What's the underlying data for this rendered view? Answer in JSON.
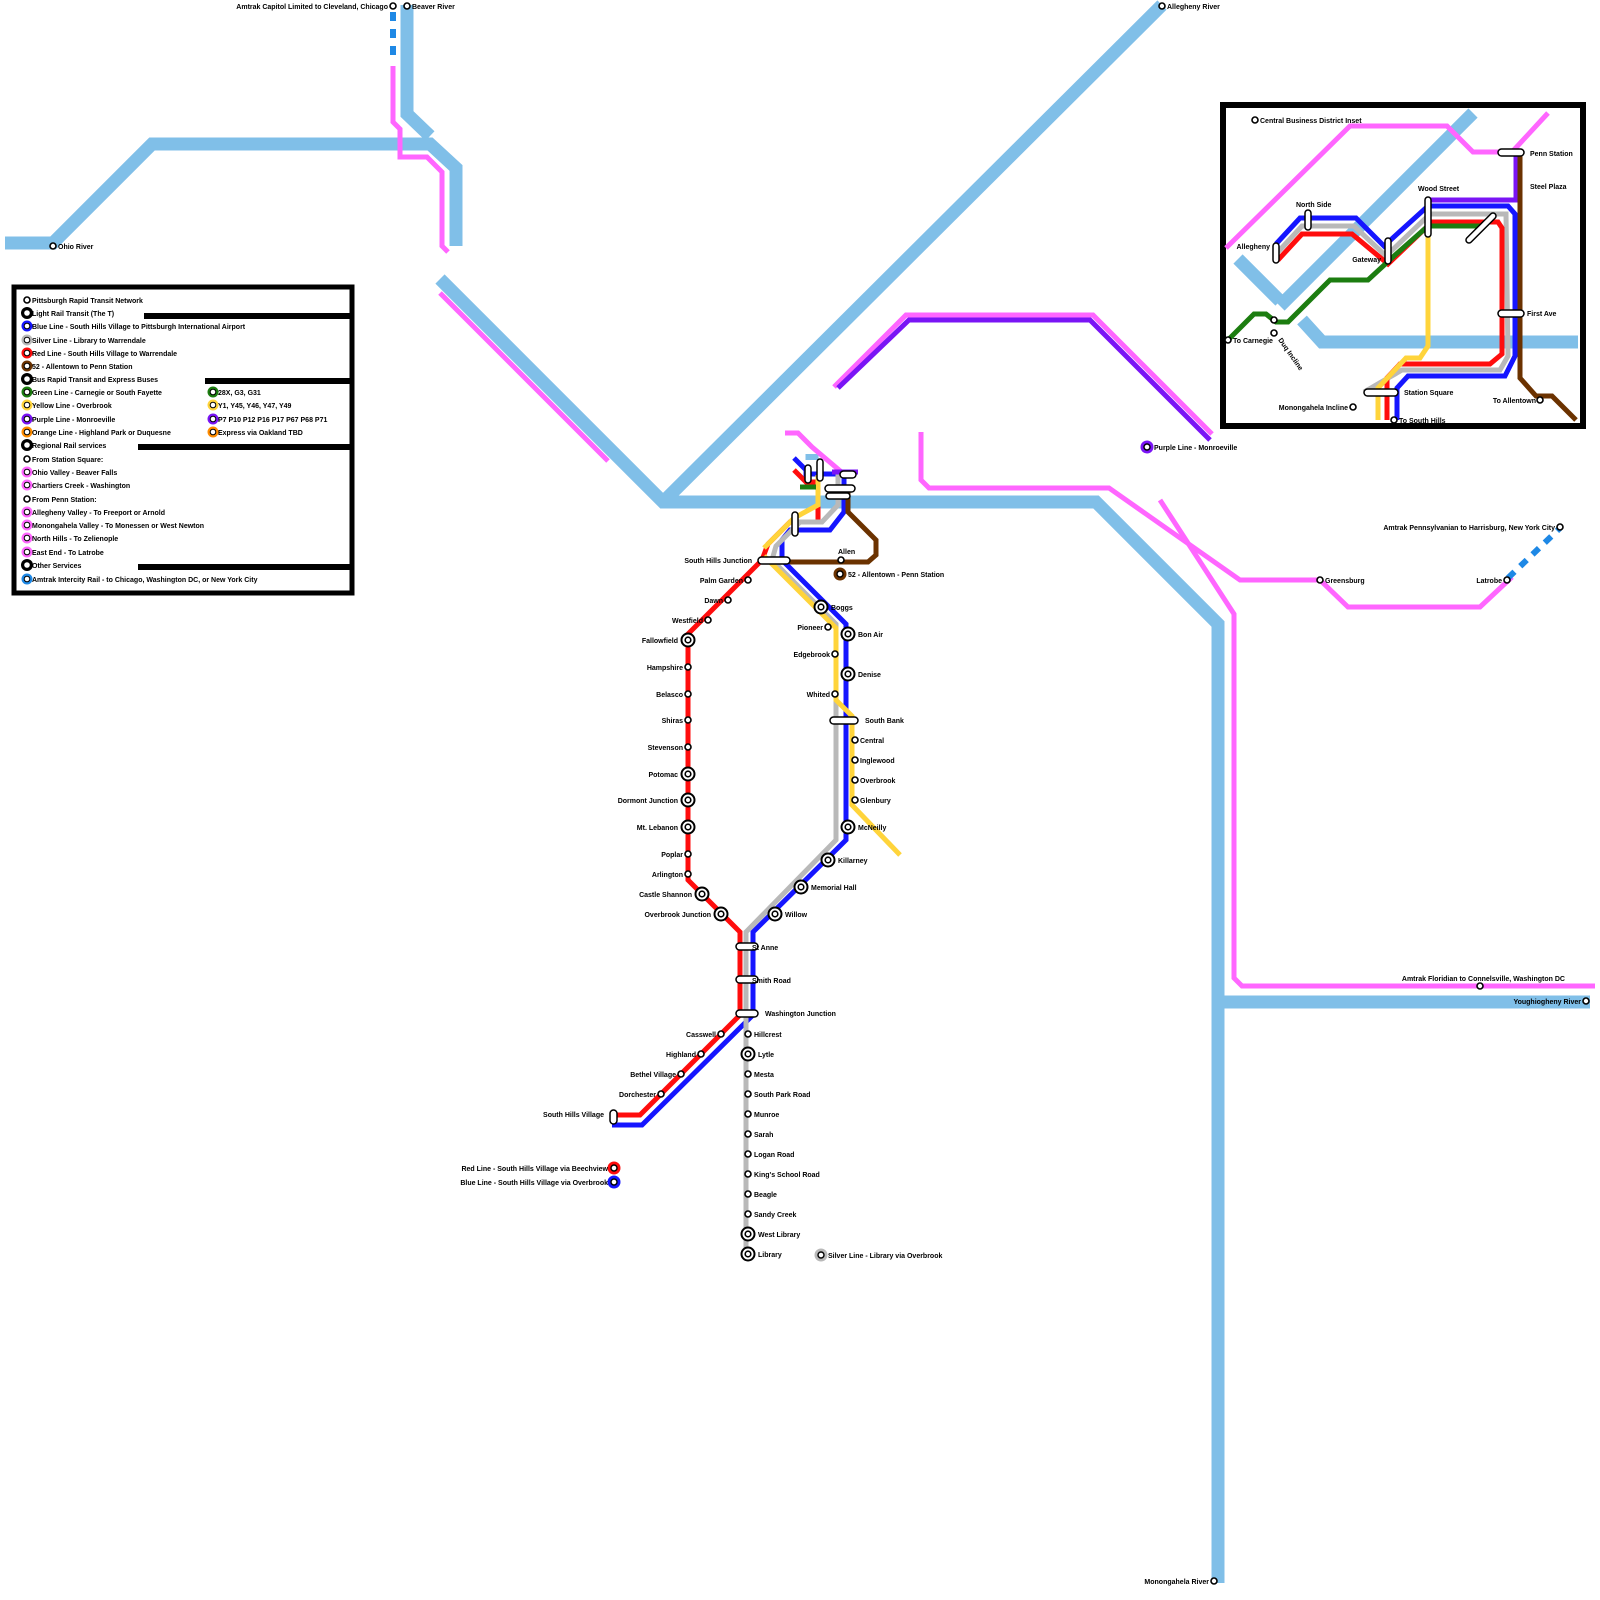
{
  "colors": {
    "river": "#80bfe8",
    "rail": "#ff66ff",
    "blue": "#1515ff",
    "red": "#ff0d0d",
    "silver": "#b9b9b9",
    "brown": "#6b3200",
    "green": "#1c7d10",
    "yellow": "#ffd43b",
    "purple": "#7a14f5",
    "orange": "#ff8c00",
    "amtrak": "#1e88e5",
    "black": "#000000"
  },
  "rivers": {
    "allegheny": "Allegheny River",
    "ohio": "Ohio River",
    "beaver": "Beaver River",
    "youghiogheny": "Youghiogheny River",
    "monongahela": "Monongahela River"
  },
  "legend": {
    "title": "Pittsburgh Rapid Transit Network",
    "lrt_header": "Light Rail Transit (The T)",
    "lrt": [
      {
        "color": "blue",
        "label": "Blue Line - South Hills Village to Pittsburgh International Airport"
      },
      {
        "color": "silver",
        "label": "Silver Line - Library to Warrendale"
      },
      {
        "color": "red",
        "label": "Red Line - South Hills Village to Warrendale"
      },
      {
        "color": "brown",
        "label": "52 - Allentown to Penn Station"
      }
    ],
    "brt_header": "Bus Rapid Transit and Express Buses",
    "brt": [
      {
        "color": "green",
        "label": "Green Line - Carnegie or South Fayette",
        "express": "28X, G3, G31"
      },
      {
        "color": "yellow",
        "label": "Yellow Line - Overbrook",
        "express": "Y1, Y45, Y46, Y47, Y49"
      },
      {
        "color": "purple",
        "label": "Purple Line - Monroeville",
        "express": "P7 P10 P12 P16 P17 P67 P68 P71"
      },
      {
        "color": "orange",
        "label": "Orange Line - Highland Park or Duquesne",
        "express": "Express via Oakland TBD"
      }
    ],
    "regional_header": "Regional Rail services",
    "regional": [
      {
        "kind": "plain",
        "label": "From Station Square:"
      },
      {
        "kind": "rail",
        "label": "Ohio Valley - Beaver Falls"
      },
      {
        "kind": "rail",
        "label": "Chartiers Creek - Washington"
      },
      {
        "kind": "plain",
        "label": "From Penn Station:"
      },
      {
        "kind": "rail",
        "label": "Allegheny Valley - To Freeport or Arnold"
      },
      {
        "kind": "rail",
        "label": "Monongahela Valley - To Monessen or West Newton"
      },
      {
        "kind": "rail",
        "label": "North Hills - To Zelienople"
      },
      {
        "kind": "rail",
        "label": "East End - To Latrobe"
      }
    ],
    "other_header": "Other Services",
    "other": [
      {
        "color": "amtrak",
        "label": "Amtrak Intercity Rail - to Chicago, Washington DC, or New York City"
      }
    ]
  },
  "terminals": {
    "capitol_limited": "Amtrak Capitol Limited to Cleveland, Chicago",
    "pennsylvanian": "Amtrak Pennsylvanian to Harrisburg, New York City",
    "floridian": "Amtrak Floridian to Connelsville, Washington DC",
    "greensburg": "Greensburg",
    "latrobe": "Latrobe",
    "purple_monroeville": "Purple Line - Monroeville",
    "allentown_penn": "52 - Allentown - Penn Station",
    "red_beechview": "Red Line - South Hills Village via Beechview",
    "blue_overbrook": "Blue Line - South Hills Village via Overbrook",
    "silver_overbrook": "Silver Line - Library via Overbrook"
  },
  "stations": {
    "south_hills_junction": "South Hills Junction",
    "allen": "Allen",
    "palm_garden": "Palm Garden",
    "dawn": "Dawn",
    "westfield": "Westfield",
    "fallowfield": "Fallowfield",
    "hampshire": "Hampshire",
    "belasco": "Belasco",
    "shiras": "Shiras",
    "stevenson": "Stevenson",
    "potomac": "Potomac",
    "dormont_junction": "Dormont Junction",
    "mt_lebanon": "Mt. Lebanon",
    "poplar": "Poplar",
    "arlington": "Arlington",
    "castle_shannon": "Castle Shannon",
    "overbrook_junction": "Overbrook Junction",
    "boggs": "Boggs",
    "pioneer": "Pioneer",
    "bon_air": "Bon Air",
    "edgebrook": "Edgebrook",
    "denise": "Denise",
    "whited": "Whited",
    "south_bank": "South Bank",
    "central": "Central",
    "inglewood": "Inglewood",
    "overbrook": "Overbrook",
    "glenbury": "Glenbury",
    "mcneilly": "McNeilly",
    "killarney": "Killarney",
    "memorial_hall": "Memorial Hall",
    "willow": "Willow",
    "st_anne": "St Anne",
    "smith_road": "Smith Road",
    "washington_junction": "Washington Junction",
    "casswell": "Casswell",
    "highland": "Highland",
    "bethel_village": "Bethel Village",
    "dorchester": "Dorchester",
    "south_hills_village": "South Hills Village",
    "hillcrest": "Hillcrest",
    "lytle": "Lytle",
    "mesta": "Mesta",
    "south_park_road": "South Park Road",
    "munroe": "Munroe",
    "sarah": "Sarah",
    "logan_road": "Logan Road",
    "kings_school_road": "King's School Road",
    "beagle": "Beagle",
    "sandy_creek": "Sandy Creek",
    "west_library": "West Library",
    "library": "Library"
  },
  "inset": {
    "title": "Central Business District Inset",
    "stations": {
      "penn_station": "Penn Station",
      "steel_plaza": "Steel Plaza",
      "wood_street": "Wood Street",
      "north_side": "North Side",
      "allegheny": "Allegheny",
      "gateway": "Gateway",
      "first_ave": "First Ave",
      "to_carnegie": "To Carnegie",
      "duq_incline": "Duq Incline",
      "station_square": "Station Square",
      "monongahela_incline": "Monongahela Incline",
      "to_south_hills": "To South Hills",
      "to_allentown": "To Allentown"
    }
  }
}
